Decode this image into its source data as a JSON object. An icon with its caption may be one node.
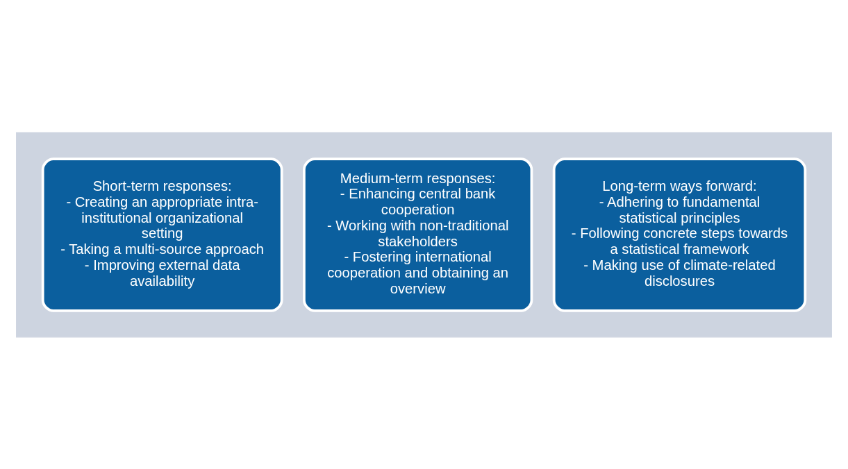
{
  "diagram": {
    "nodes": [
      {
        "text": [],
        "shape": "arrow"
      },
      {
        "text": [
          "Short-term responses:",
          "- Creating an appropriate intra-institutional organizational setting",
          "- Taking a multi-source approach",
          "- Improving external data availability"
        ],
        "in": 0
      },
      {
        "text": [
          "Medium-term responses:",
          "- Enhancing central bank cooperation",
          "- Working with non-traditional stakeholders",
          "- Fostering international cooperation and obtaining an overview"
        ],
        "in": 0
      },
      {
        "text": [
          "Long-term ways forward:",
          "- Adhering to fundamental statistical principles",
          "- Following concrete steps towards a statistical framework",
          "- Making use of climate-related disclosures"
        ],
        "in": 0
      }
    ]
  }
}
